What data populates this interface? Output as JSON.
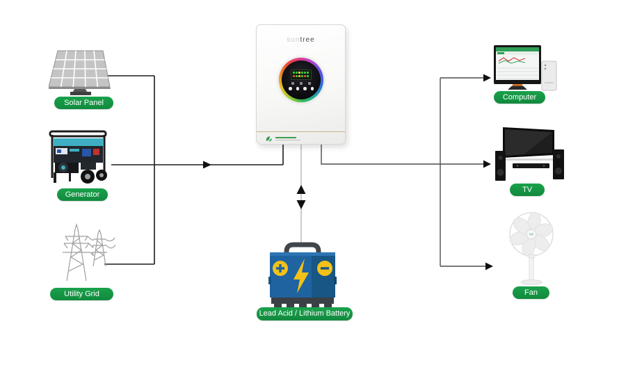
{
  "diagram_name": "hybrid-solar-inverter-system-diagram",
  "nodes": {
    "solar_panel": {
      "label": "Solar Panel"
    },
    "generator": {
      "label": "Generator"
    },
    "utility_grid": {
      "label": "Utility Grid"
    },
    "inverter": {
      "brand_light": "sun",
      "brand_dark": "tree"
    },
    "battery": {
      "label": "Lead Acid / Lithium Battery"
    },
    "computer": {
      "label": "Computer"
    },
    "tv": {
      "label": "TV"
    },
    "fan": {
      "label": "Fan"
    }
  },
  "colors": {
    "label_pill": "#1aa14b",
    "line_left": "#1c1c1c",
    "line_right": "#4c4c4c",
    "line_battery": "#bfbfbf",
    "battery_blue": "#1f63a0",
    "battery_blue_dark": "#185685",
    "battery_yellow": "#f2c118",
    "inverter_gold_line": "#c9b485"
  }
}
